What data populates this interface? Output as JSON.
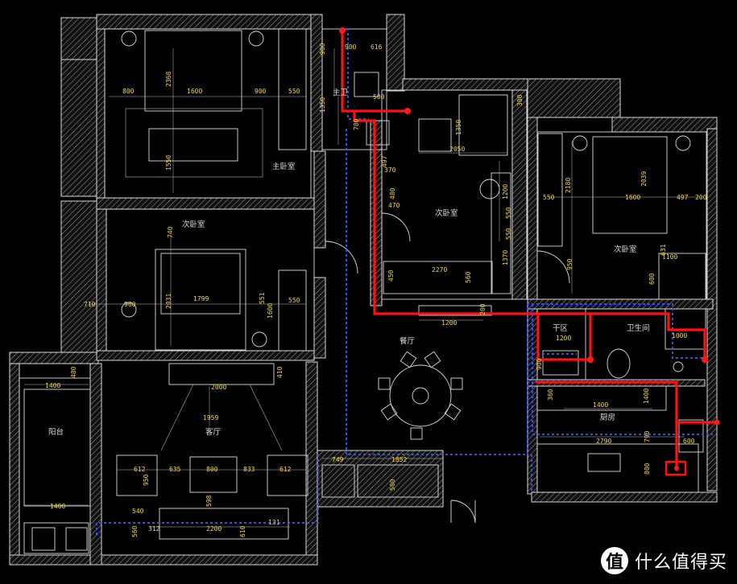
{
  "rooms": {
    "master_bedroom": "主卧室",
    "master_bath": "主卫",
    "second_bedroom_left": "次卧室",
    "second_bedroom_mid": "次卧室",
    "second_bedroom_right": "次卧室",
    "balcony": "阳台",
    "living_room": "客厅",
    "dining_room": "餐厅",
    "dry_zone": "干区",
    "bathroom": "卫生间",
    "kitchen": "厨房"
  },
  "dimensions": {
    "d900a": "900",
    "d616": "616",
    "d900b": "900",
    "d1350a": "1350",
    "d780": "780",
    "d500": "500",
    "d800": "800",
    "d1600": "1600",
    "d900c": "900",
    "d550a": "550",
    "d2368": "2368",
    "d1550": "1550",
    "d300": "300",
    "d1350b": "1350",
    "d2050": "2050",
    "d497a": "497",
    "d370": "370",
    "d480": "480",
    "d470": "470",
    "d1200a": "1200",
    "d550b": "550",
    "d550c": "550",
    "d1370": "1370",
    "d2270": "2270",
    "d450": "450",
    "d560": "560",
    "d550d": "550",
    "d2180": "2180",
    "d1600b": "1600",
    "d2039": "2039",
    "d497b": "497",
    "d200": "200",
    "d631": "631",
    "d1100": "1100",
    "d950": "950",
    "d600a": "600",
    "d740": "740",
    "d710": "710",
    "d960": "960",
    "d2031": "2031",
    "d1799": "1799",
    "d551": "551",
    "d1600c": "1600",
    "d550e": "550",
    "d480b": "480",
    "d1400a": "1400",
    "d410": "410",
    "d2000": "2000",
    "d1959": "1959",
    "d612a": "612",
    "d635": "635",
    "d800b": "800",
    "d833": "833",
    "d612b": "612",
    "d950b": "950",
    "d598": "598",
    "d540": "540",
    "d312": "312",
    "d2200": "2200",
    "d610": "610",
    "d131": "131",
    "d1400b": "1400",
    "d560b": "560",
    "d749": "749",
    "d1852": "1852",
    "d500b": "500",
    "d1200b": "1200",
    "d200b": "200",
    "d1200c": "1200",
    "d900d": "900",
    "d1000": "1000",
    "d360": "360",
    "d1400c": "1400",
    "d1400d": "1400",
    "d2790": "2790",
    "d790": "790",
    "d600b": "600",
    "d800c": "800"
  },
  "logo": {
    "badge": "值",
    "brand": "什么值得买"
  },
  "colors": {
    "background": "#000000",
    "wall": "#e8e8e8",
    "dimension_text": "#f2d34a",
    "hot_water_pipe": "#ff1111",
    "cold_water_pipe": "#2f4dff"
  }
}
